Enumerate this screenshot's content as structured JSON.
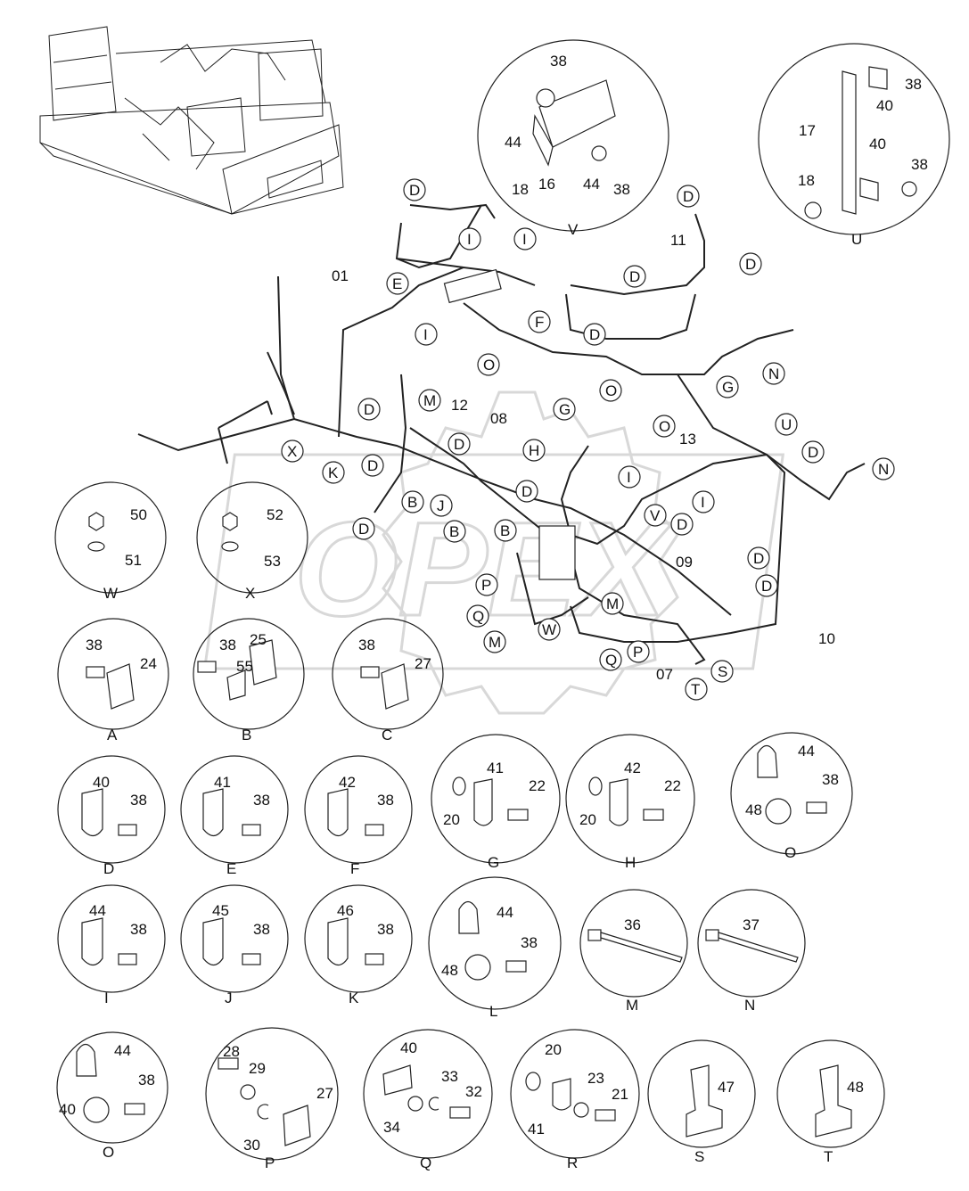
{
  "watermark": "OPEX",
  "main_labels": {
    "harness": [
      "01",
      "08",
      "12",
      "13",
      "09",
      "11",
      "10",
      "07"
    ],
    "clamp_tags": [
      "D",
      "D",
      "I",
      "I",
      "E",
      "I",
      "F",
      "O",
      "D",
      "O",
      "D",
      "D",
      "N",
      "G",
      "M",
      "D",
      "G",
      "O",
      "H",
      "D",
      "D",
      "B",
      "J",
      "K",
      "X",
      "D",
      "B",
      "B",
      "D",
      "I",
      "V",
      "I",
      "D",
      "U",
      "D",
      "N",
      "D",
      "P",
      "Q",
      "M",
      "W",
      "M",
      "P",
      "Q",
      "S",
      "T",
      "D"
    ]
  },
  "details": [
    {
      "letter": "V",
      "parts": [
        "38",
        "44",
        "18",
        "16",
        "44",
        "38"
      ]
    },
    {
      "letter": "U",
      "parts": [
        "17",
        "38",
        "40",
        "40",
        "38",
        "18"
      ]
    },
    {
      "letter": "W",
      "parts": [
        "50",
        "51"
      ]
    },
    {
      "letter": "X",
      "parts": [
        "52",
        "53"
      ]
    },
    {
      "letter": "A",
      "parts": [
        "38",
        "24"
      ]
    },
    {
      "letter": "B",
      "parts": [
        "38",
        "25",
        "55"
      ]
    },
    {
      "letter": "C",
      "parts": [
        "38",
        "27"
      ]
    },
    {
      "letter": "D",
      "parts": [
        "40",
        "38"
      ]
    },
    {
      "letter": "E",
      "parts": [
        "41",
        "38"
      ]
    },
    {
      "letter": "F",
      "parts": [
        "42",
        "38"
      ]
    },
    {
      "letter": "G",
      "parts": [
        "41",
        "22",
        "20"
      ]
    },
    {
      "letter": "H",
      "parts": [
        "42",
        "22",
        "20"
      ]
    },
    {
      "letter": "O",
      "parts": [
        "44",
        "38",
        "48"
      ]
    },
    {
      "letter": "I",
      "parts": [
        "44",
        "38"
      ]
    },
    {
      "letter": "J",
      "parts": [
        "45",
        "38"
      ]
    },
    {
      "letter": "K",
      "parts": [
        "46",
        "38"
      ]
    },
    {
      "letter": "L",
      "parts": [
        "44",
        "38",
        "48"
      ]
    },
    {
      "letter": "M",
      "parts": [
        "36"
      ]
    },
    {
      "letter": "N",
      "parts": [
        "37"
      ]
    },
    {
      "letter": "O",
      "parts": [
        "44",
        "38",
        "40"
      ]
    },
    {
      "letter": "P",
      "parts": [
        "28",
        "29",
        "27",
        "30"
      ]
    },
    {
      "letter": "Q",
      "parts": [
        "40",
        "33",
        "32",
        "34"
      ]
    },
    {
      "letter": "R",
      "parts": [
        "20",
        "23",
        "21",
        "41"
      ]
    },
    {
      "letter": "S",
      "parts": [
        "47"
      ]
    },
    {
      "letter": "T",
      "parts": [
        "48"
      ]
    }
  ]
}
